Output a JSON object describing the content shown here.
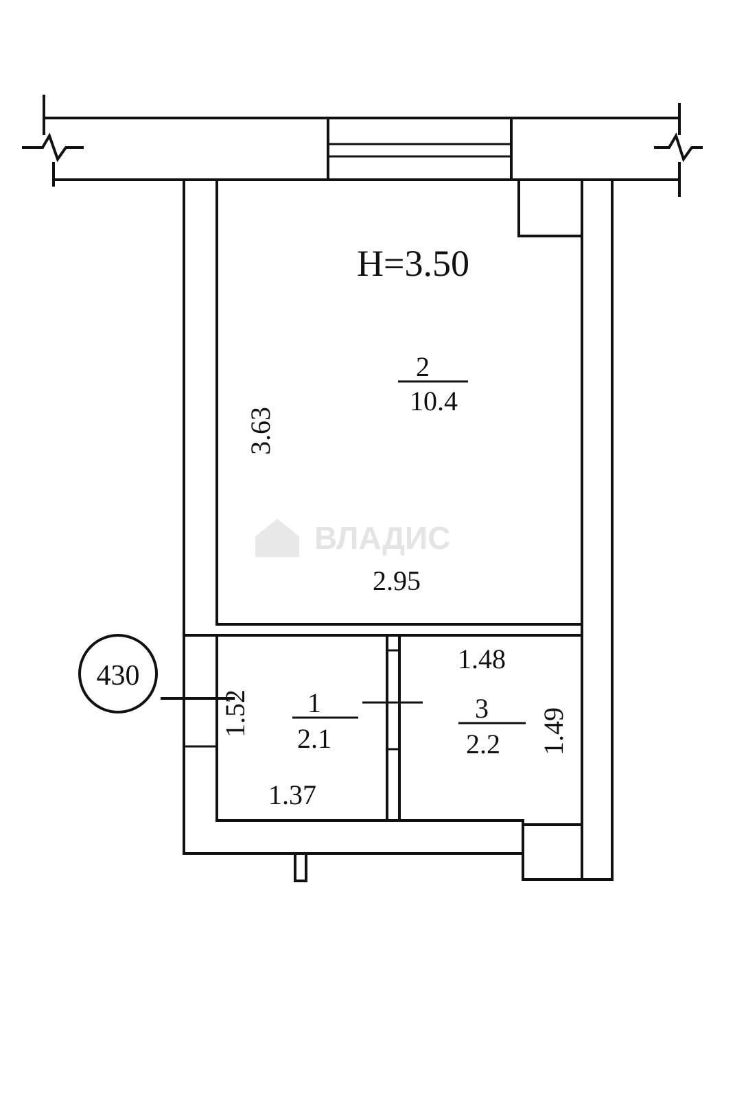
{
  "plan": {
    "ceiling_height": "H=3.50",
    "apartment_number": "430",
    "rooms": [
      {
        "number": "2",
        "area": "10.4"
      },
      {
        "number": "1",
        "area": "2.1"
      },
      {
        "number": "3",
        "area": "2.2"
      }
    ],
    "dimensions": {
      "room2_height": "3.63",
      "room2_width": "2.95",
      "room1_height": "1.52",
      "room1_width": "1.37",
      "room3_width": "1.48",
      "room3_height": "1.49"
    }
  },
  "watermark": {
    "brand": "ВЛАДИС",
    "logo_icon": "house-shield-icon"
  }
}
